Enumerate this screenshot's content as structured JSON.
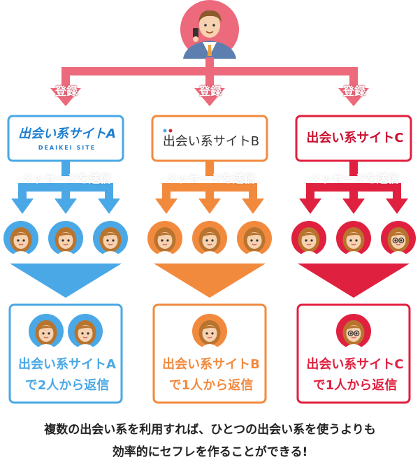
{
  "top_person": {
    "icon": "man-with-smartphone-icon"
  },
  "register_label": "登録",
  "colors": {
    "top": "#ec6a7b",
    "a": "#4aa8e6",
    "b": "#f28a3e",
    "c": "#e0203f"
  },
  "sites": [
    {
      "key": "a",
      "logo": "出会い系サイトA",
      "logo_sub": "DEAIKEI SITE",
      "message_label": "メッセージを送信",
      "result_line1": "出会い系サイトA",
      "result_line2": "で2人から返信",
      "women_icons": [
        "woman-icon",
        "woman-icon",
        "woman-icon"
      ],
      "reply_count": 2
    },
    {
      "key": "b",
      "logo": "出会い系サイトB",
      "logo_sub": "",
      "message_label": "メッセージを送信",
      "result_line1": "出会い系サイトB",
      "result_line2": "で1人から返信",
      "women_icons": [
        "woman-icon",
        "woman-icon",
        "woman-icon"
      ],
      "reply_count": 1
    },
    {
      "key": "c",
      "logo": "出会い系サイトC",
      "logo_sub": "",
      "message_label": "メッセージを送信",
      "result_line1": "出会い系サイトC",
      "result_line2": "で1人から返信",
      "women_icons": [
        "woman-icon",
        "woman-icon",
        "woman-with-glasses-icon"
      ],
      "reply_count": 1
    }
  ],
  "caption_line1": "複数の出会い系を利用すれば、ひとつの出会い系を使うよりも",
  "caption_line2": "効率的にセフレを作ることができる!"
}
